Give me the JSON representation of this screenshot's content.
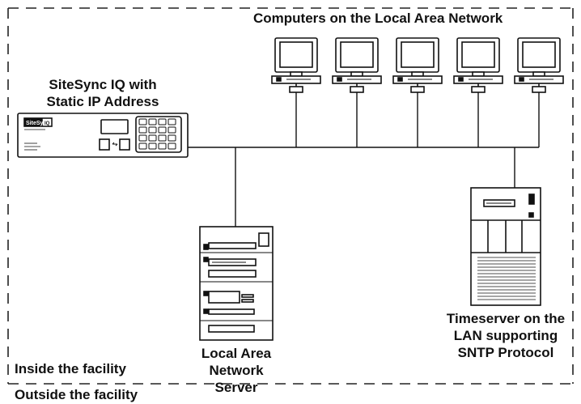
{
  "labels": {
    "lan_computers": "Computers on the Local Area Network",
    "sitesync": [
      "SiteSync IQ with",
      "Static IP Address"
    ],
    "timeserver": [
      "Timeserver on the",
      "LAN supporting",
      "SNTP Protocol"
    ],
    "lan_server": [
      "Local Area",
      "Network",
      "Server"
    ],
    "inside": "Inside the facility",
    "outside": "Outside the facility"
  },
  "device": {
    "brand": "SiteSync",
    "model_badge": "IQ"
  },
  "colors": {
    "line": "#111111",
    "background": "#ffffff"
  }
}
